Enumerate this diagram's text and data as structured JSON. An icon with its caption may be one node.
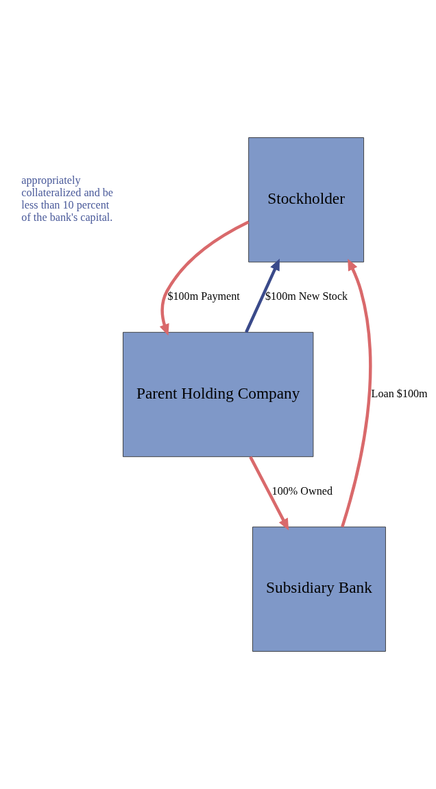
{
  "diagram": {
    "nodes": [
      {
        "text": [
          "Stockholder"
        ]
      },
      {
        "text": [
          "Subsidiary Bank"
        ]
      },
      {
        "text": [
          "Parent Holding Company"
        ]
      }
    ],
    "edges": [
      {
        "from": 1,
        "to": 0,
        "arrow": "to",
        "label": "Loan $100m"
      },
      {
        "from": 0,
        "to": 2,
        "arrow": "to",
        "label": "$100m Payment"
      },
      {
        "from": 2,
        "to": 0,
        "arrow": "to",
        "label": "$100m New Stock",
        "color": "#3a4a8a"
      },
      {
        "from": 2,
        "to": 1,
        "arrow": "to",
        "label": "100% Owned"
      }
    ],
    "labels": [
      "appropriately collateralized and be less than 10 percent of the bank's capital."
    ]
  }
}
